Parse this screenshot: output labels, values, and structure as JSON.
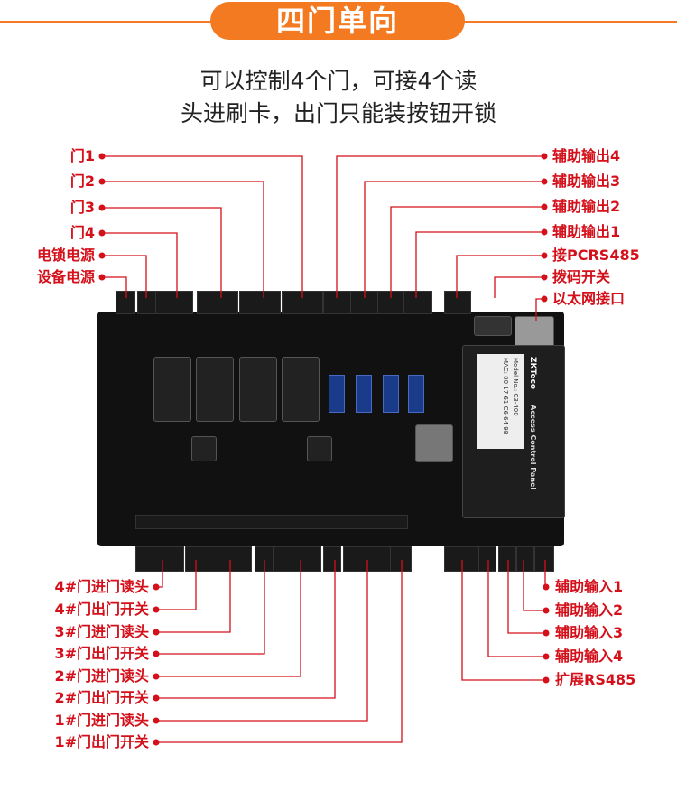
{
  "banner": {
    "title": "四门单向"
  },
  "subtitle": {
    "line1": "可以控制4个门，可接4个读",
    "line2": "头进刷卡，出门只能装按钮开锁"
  },
  "colors": {
    "accent": "#f47a22",
    "label": "#d4101b",
    "board": "#111111"
  },
  "labels_top_left": [
    "门1",
    "门2",
    "门3",
    "门4",
    "电锁电源",
    "设备电源"
  ],
  "labels_top_right": [
    "辅助输出4",
    "辅助输出3",
    "辅助输出2",
    "辅助输出1",
    "接PCRS485",
    "拨码开关",
    "以太网接口"
  ],
  "labels_bottom_left": [
    "4#门进门读头",
    "4#门出门开关",
    "3#门进门读头",
    "3#门出门开关",
    "2#门进门读头",
    "2#门出门开关",
    "1#门进门读头",
    "1#门出门开关"
  ],
  "labels_bottom_right": [
    "辅助输入1",
    "辅助输入2",
    "辅助输入3",
    "辅助输入4",
    "扩展RS485"
  ],
  "board": {
    "brand": "ZKTeco",
    "module_title": "Access Control Panel",
    "model": "Model No.: C3-400",
    "mac": "MAC: 00 17 61 C6 64 9B"
  }
}
